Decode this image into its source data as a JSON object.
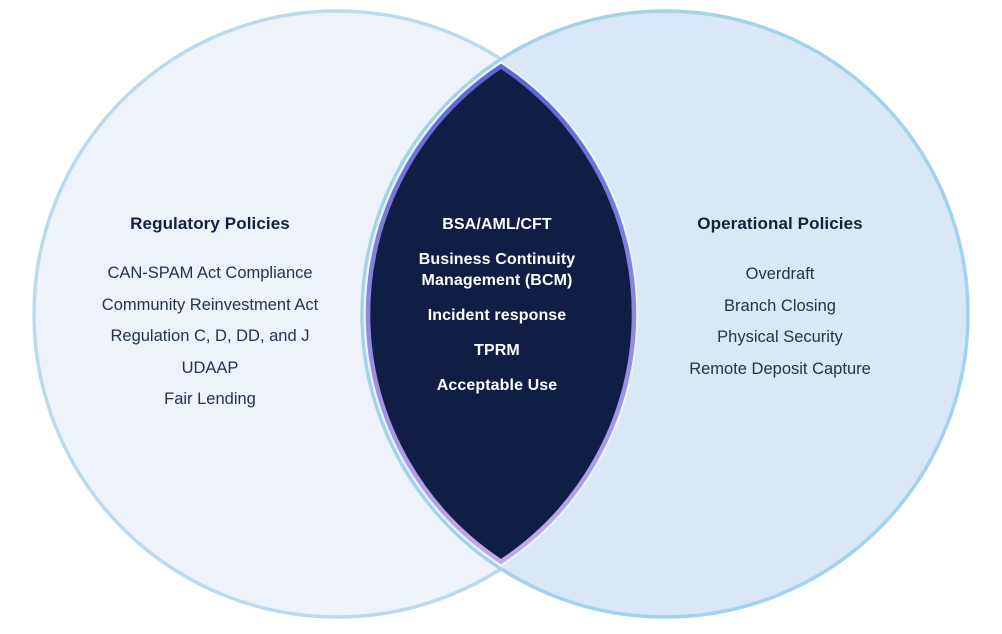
{
  "diagram_type": "venn-2-circle",
  "left": {
    "heading": "Regulatory Policies",
    "items": [
      "CAN-SPAM Act Compliance",
      "Community Reinvestment Act",
      "Regulation C, D, DD, and J",
      "UDAAP",
      "Fair Lending"
    ]
  },
  "overlap": {
    "items": [
      "BSA/AML/CFT",
      "Business Continuity Management (BCM)",
      "Incident response",
      "TPRM",
      "Acceptable Use"
    ]
  },
  "right": {
    "heading": "Operational Policies",
    "items": [
      "Overdraft",
      "Branch Closing",
      "Physical Security",
      "Remote Deposit Capture"
    ]
  },
  "colors": {
    "background": "#ffffff",
    "left_circle_fill": "#edf2fb",
    "left_circle_stroke": "#bcdaee",
    "right_circle_fill": "#d9e7f8",
    "right_circle_stroke": "#a2d2ee",
    "lens_fill": "#101e45",
    "lens_border_top": "#5a66d8",
    "lens_border_bottom": "#c2a9e8",
    "lens_halo": "#e9f4fc",
    "heading_text": "#14213e",
    "item_text": "#24334e",
    "overlap_text": "#ffffff"
  }
}
